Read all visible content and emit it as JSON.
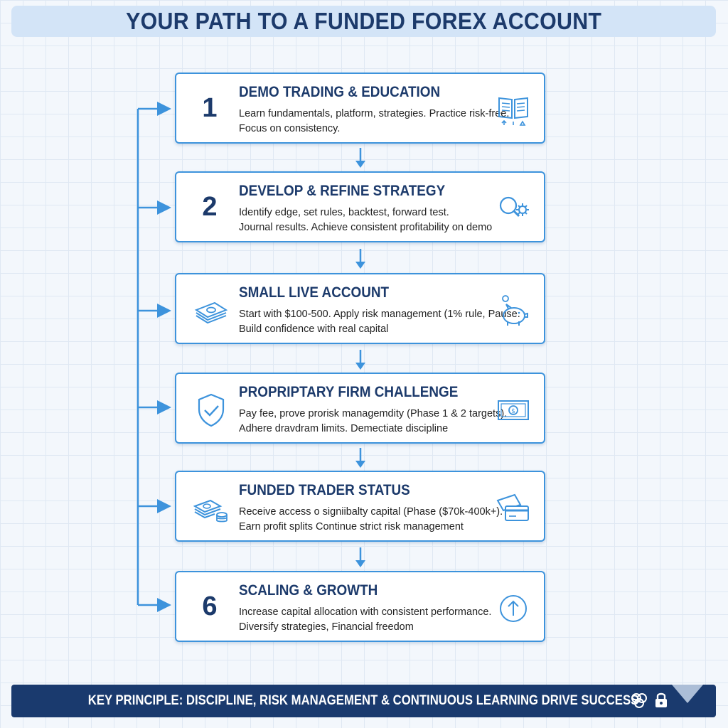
{
  "title": "YOUR PATH TO A FUNDED FOREX ACCOUNT",
  "steps": [
    {
      "number": "1",
      "title": "DEMO TRADING & EDUCATION",
      "desc_line1": "Learn fundamentals, platform, strategies. Practice risk-free.",
      "desc_line2": "Focus on consistency.",
      "icon": "book-chart-icon"
    },
    {
      "number": "2",
      "title": "DEVELOP & REFINE STRATEGY",
      "desc_line1": "Identify edge, set rules, backtest, forward test.",
      "desc_line2": "Journal results. Achieve consistent profitability on demo",
      "icon": "magnifier-gear-icon"
    },
    {
      "number": "",
      "title": "SMALL LIVE ACCOUNT",
      "desc_line1": "Start with $100-500. Apply risk management (1% rule, Pause.",
      "desc_line2": "Build confidence with real capital",
      "icon": "cash-stack-icon",
      "icon_right": "piggy-bank-icon"
    },
    {
      "number": "",
      "title": "PROPRIPTARY FIRM CHALLENGE",
      "desc_line1": "Pay fee, prove prorisk managemdity (Phase 1 & 2 targets).",
      "desc_line2": "Adhere dravdram limits. Demectiate discipline",
      "icon": "shield-check-icon",
      "icon_right": "banknote-icon"
    },
    {
      "number": "",
      "title": "FUNDED TRADER STATUS",
      "desc_line1": "Receive access o signiibalty capital (Phase ($70k-400k+).",
      "desc_line2": "Earn profit splits Continue strict risk management",
      "icon": "money-coins-icon",
      "icon_right": "wallet-card-icon"
    },
    {
      "number": "6",
      "title": "SCALING & GROWTH",
      "desc_line1": "Increase capital allocation with consistent performance.",
      "desc_line2": "Diversify strategies, Financial freedom",
      "icon": "arrow-up-circle-icon"
    }
  ],
  "footer": {
    "text": "KEY PRINCIPLE: DISCIPLINE, RISK MANAGEMENT & CONTINUOUS LEARNING DRIVE SUCCESS",
    "icons": [
      "brain-icon",
      "lock-icon"
    ]
  },
  "colors": {
    "accent": "#3d93dc",
    "navy": "#1c3a6b",
    "footer_bg": "#1a3a6e",
    "title_bg": "#d3e4f7"
  }
}
